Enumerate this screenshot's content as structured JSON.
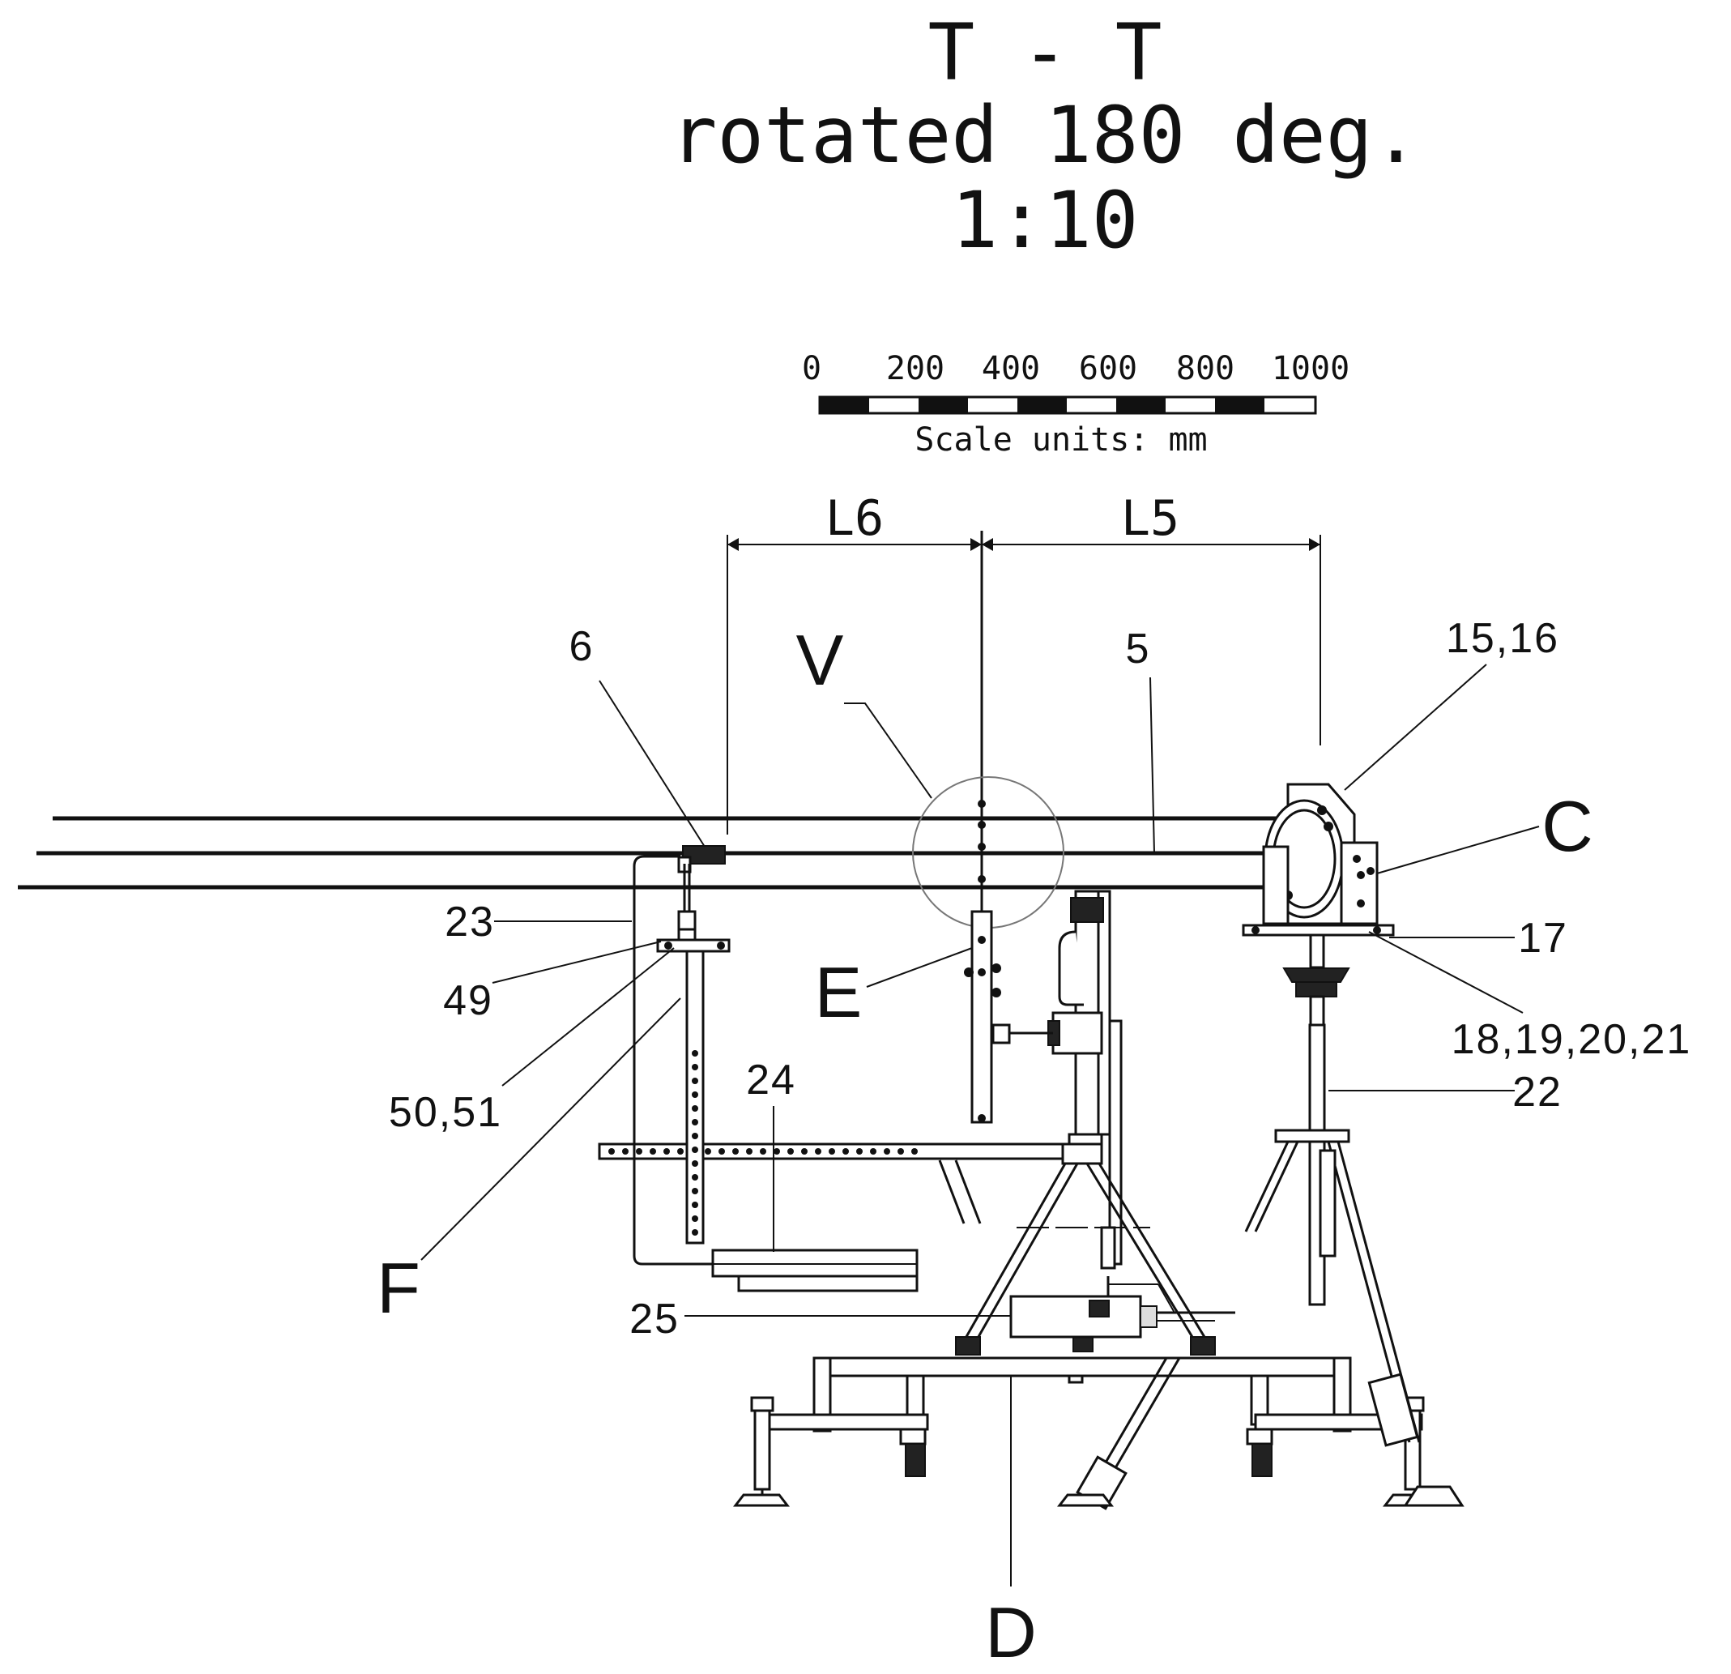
{
  "title": {
    "line1": "T - T",
    "line2": "rotated 180 deg.",
    "line3": "1:10"
  },
  "scale_bar": {
    "ticks": [
      "0",
      "200",
      "400",
      "600",
      "800",
      "1000"
    ],
    "units_label": "Scale units: mm"
  },
  "dimensions": {
    "left": "L6",
    "right": "L5"
  },
  "callouts": {
    "c6": "6",
    "cV": "V",
    "c5": "5",
    "c15_16": "15,16",
    "cC": "C",
    "c23": "23",
    "c49": "49",
    "c50_51": "50,51",
    "cF": "F",
    "cE": "E",
    "c24": "24",
    "c17": "17",
    "c18_21": "18,19,20,21",
    "c22": "22",
    "c25": "25",
    "cD": "D"
  }
}
